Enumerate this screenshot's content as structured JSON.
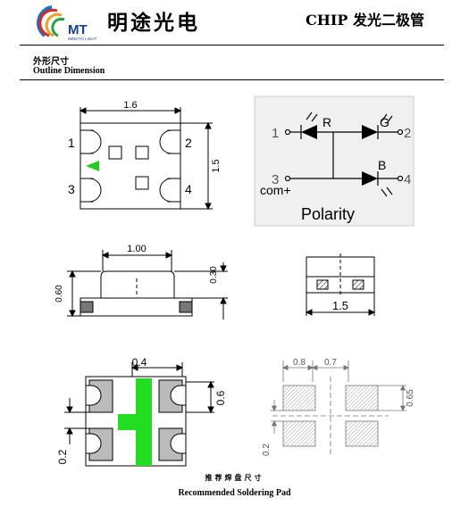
{
  "header": {
    "logo_text": "MT",
    "logo_subtext": "MINGTO LIGHT",
    "brand_name": "明途光电",
    "doc_title": "CHIP 发光二极管"
  },
  "section": {
    "title_cn": "外形尺寸",
    "title_en": "Outline Dimension"
  },
  "top_view": {
    "width_label": "1.6",
    "height_label": "1.5",
    "pin_1": "1",
    "pin_2": "2",
    "pin_3": "3",
    "pin_4": "4",
    "marker_color": "#22cc22"
  },
  "polarity": {
    "pin_1": "1",
    "pin_2": "2",
    "pin_3": "3",
    "pin_4": "4",
    "led_r": "R",
    "led_g": "G",
    "led_b": "B",
    "common": "com+",
    "caption": "Polarity"
  },
  "side_view": {
    "top_width": "1.00",
    "height_total": "0.60",
    "dome_height": "0.30"
  },
  "end_view": {
    "width_label": "1.5"
  },
  "bottom_view": {
    "pad_label": "0.4",
    "vertical_label": "0.6",
    "gap_label": "0.2",
    "polarity_color": "#22dd22"
  },
  "soldering_pad": {
    "pad_width": "0.8",
    "gap": "0.7",
    "pad_height": "0.65",
    "spacing": "0.2",
    "title_cn": "推荐焊盘尺寸",
    "title_en": "Recommended Soldering Pad"
  }
}
